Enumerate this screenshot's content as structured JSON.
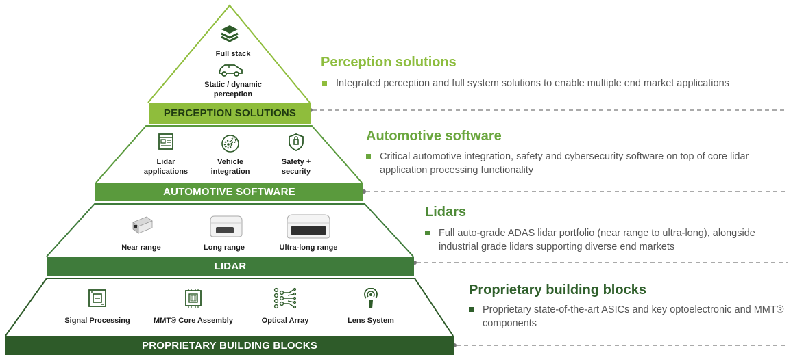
{
  "colors": {
    "tier1": "#8fbd3c",
    "tier2": "#5a9a3d",
    "tier3": "#3f7b3b",
    "tier4": "#2e5b29",
    "text_gray": "#555555"
  },
  "pyramid": {
    "perception": {
      "bar_label": "PERCEPTION SOLUTIONS",
      "items": [
        {
          "label": "Full stack",
          "icon": "layers-icon"
        },
        {
          "label": "Static / dynamic\nperception",
          "icon": "car-icon"
        }
      ]
    },
    "software": {
      "bar_label": "AUTOMOTIVE SOFTWARE",
      "items": [
        {
          "label": "Lidar\napplications",
          "icon": "monitor-icon"
        },
        {
          "label": "Vehicle\nintegration",
          "icon": "gears-icon"
        },
        {
          "label": "Safety +\nsecurity",
          "icon": "shield-icon"
        }
      ]
    },
    "lidar": {
      "bar_label": "LIDAR",
      "items": [
        {
          "label": "Near range",
          "icon": "near-range-lidar-icon"
        },
        {
          "label": "Long range",
          "icon": "long-range-lidar-icon"
        },
        {
          "label": "Ultra-long range",
          "icon": "ultra-long-range-lidar-icon"
        }
      ]
    },
    "blocks": {
      "bar_label": "PROPRIETARY BUILDING BLOCKS",
      "items": [
        {
          "label": "Signal Processing",
          "icon": "chip-board-icon"
        },
        {
          "label": "MMT® Core Assembly",
          "icon": "cpu-icon"
        },
        {
          "label": "Optical Array",
          "icon": "optical-array-icon"
        },
        {
          "label": "Lens System",
          "icon": "lens-icon"
        }
      ]
    }
  },
  "descriptions": [
    {
      "heading": "Perception solutions",
      "text": "Integrated perception and full system solutions to enable multiple end market applications"
    },
    {
      "heading": "Automotive software",
      "text": "Critical automotive integration, safety and cybersecurity software on top of core lidar application processing functionality"
    },
    {
      "heading": "Lidars",
      "text": "Full auto-grade ADAS lidar portfolio (near range to ultra-long), alongside industrial grade lidars supporting diverse end markets"
    },
    {
      "heading": "Proprietary building blocks",
      "text": "Proprietary state-of-the-art ASICs and key optoelectronic and MMT® components"
    }
  ]
}
